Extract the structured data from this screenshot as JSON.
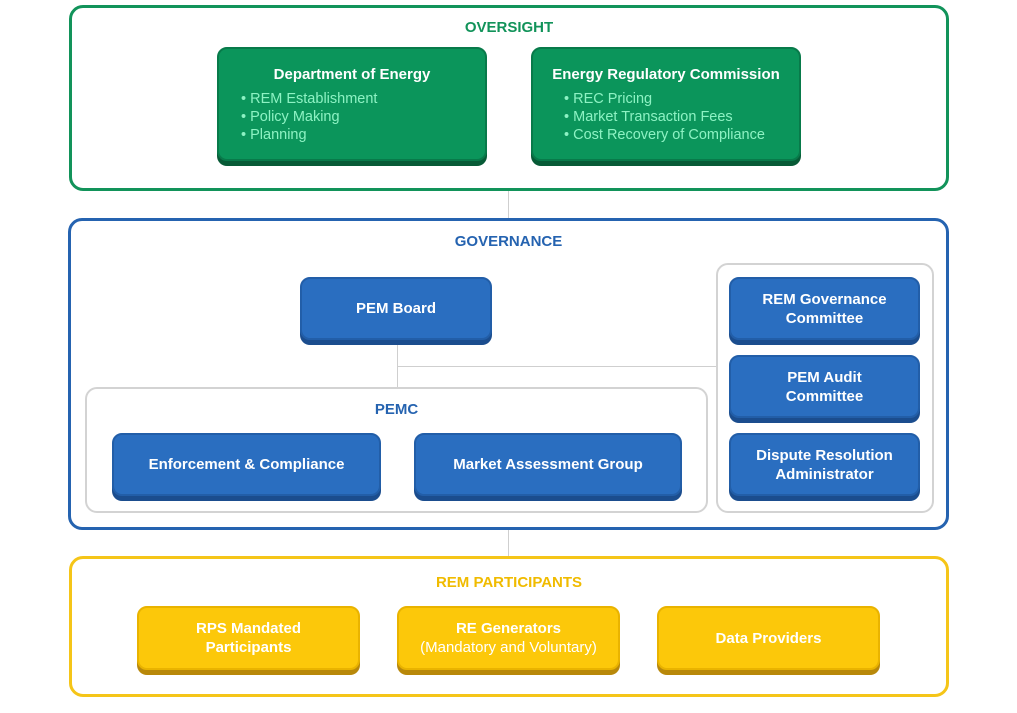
{
  "oversight": {
    "title": "OVERSIGHT",
    "doe": {
      "title": "Department of Energy",
      "items": [
        "REM Establishment",
        "Policy Making",
        "Planning"
      ]
    },
    "erc": {
      "title": "Energy Regulatory Commission",
      "items": [
        "REC Pricing",
        "Market Transaction Fees",
        "Cost Recovery of Compliance"
      ]
    }
  },
  "governance": {
    "title": "GOVERNANCE",
    "pem_board": "PEM Board",
    "pemc": {
      "title": "PEMC",
      "units": [
        "Enforcement & Compliance",
        "Market Assessment Group"
      ]
    },
    "committees": [
      {
        "line1": "REM Governance",
        "line2": "Committee"
      },
      {
        "line1": "PEM Audit",
        "line2": "Committee"
      },
      {
        "line1": "Dispute Resolution",
        "line2": "Administrator"
      }
    ]
  },
  "participants": {
    "title": "REM PARTICIPANTS",
    "items": [
      {
        "line1": "RPS Mandated",
        "line2": "Participants"
      },
      {
        "line1": "RE Generators",
        "line2": "(Mandatory and Voluntary)"
      },
      {
        "line1": "Data Providers",
        "line2": ""
      }
    ]
  },
  "colors": {
    "oversight": "#12935a",
    "governance": "#2563b0",
    "participants": "#f5c518"
  }
}
